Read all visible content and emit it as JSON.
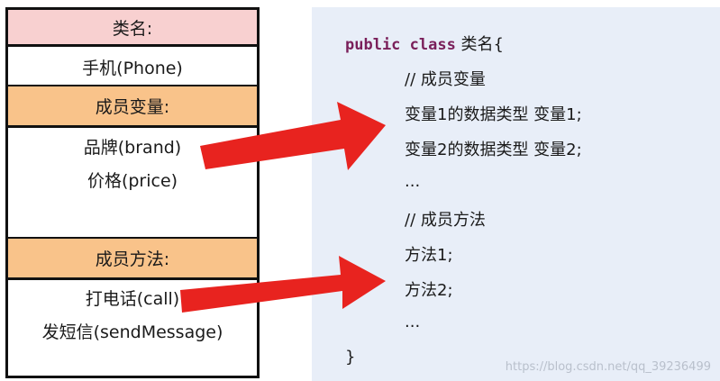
{
  "class_box": {
    "name_header": "类名:",
    "name_value": "手机(Phone)",
    "attributes_header": "成员变量:",
    "attributes": [
      "品牌(brand)",
      "价格(price)"
    ],
    "methods_header": "成员方法:",
    "methods": [
      "打电话(call)",
      "发短信(sendMessage)"
    ]
  },
  "code": {
    "keywords": "public class",
    "class_name": " 类名{",
    "attr_comment": "// 成员变量",
    "attr_lines": [
      "变量1的数据类型 变量1;",
      "变量2的数据类型 变量2;",
      "..."
    ],
    "method_comment": "// 成员方法",
    "method_lines": [
      "方法1;",
      "方法2;",
      "..."
    ],
    "closing_brace": "}"
  },
  "watermark": "https://blog.csdn.net/qq_39236499",
  "colors": {
    "name_header_bg": "#f8d0d0",
    "section_header_bg": "#f9c38a",
    "code_panel_bg": "#e8eef8",
    "keyword": "#7a1f5a",
    "arrow": "#e8231f"
  }
}
